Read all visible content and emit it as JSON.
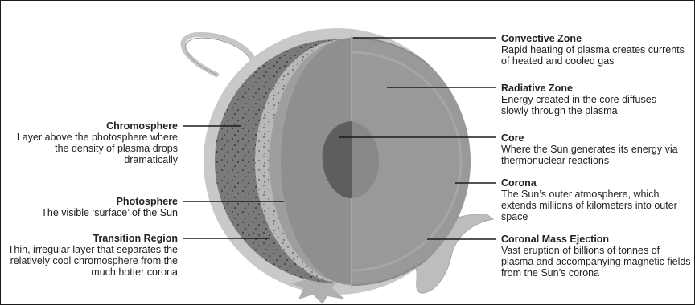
{
  "labels": {
    "convective_zone": {
      "title": "Convective Zone",
      "desc": "Rapid heating of plasma creates currents of heated and cooled gas"
    },
    "radiative_zone": {
      "title": "Radiative Zone",
      "desc": "Energy created in the core diffuses slowly through the plasma"
    },
    "core": {
      "title": "Core",
      "desc": "Where the Sun generates its energy via thermonuclear reactions"
    },
    "corona": {
      "title": "Corona",
      "desc": "The Sun’s outer atmosphere, which extends millions of kilometers into outer space"
    },
    "cme": {
      "title": "Coronal Mass Ejection",
      "desc": "Vast eruption of billions of tonnes of plasma and accompanying magnetic fields from the Sun’s corona"
    },
    "chromosphere": {
      "title": "Chromosphere",
      "desc": "Layer above the photosphere where the density of plasma drops dramatically"
    },
    "photosphere": {
      "title": "Photosphere",
      "desc": "The visible ‘surface’ of the Sun"
    },
    "transition_region": {
      "title": "Transition Region",
      "desc": "Thin, irregular layer that separates the relatively cool chromosphere from the much hotter corona"
    }
  },
  "colors": {
    "corona": "#c9c9c9",
    "chromosphere": "#7a7a7a",
    "photosphere": "#b8b8b8",
    "convective": "#8f8f8f",
    "radiative": "#999999",
    "core": "#5e5e5e",
    "cme": "#bdbdbd",
    "leader": "#1a1a1a"
  }
}
